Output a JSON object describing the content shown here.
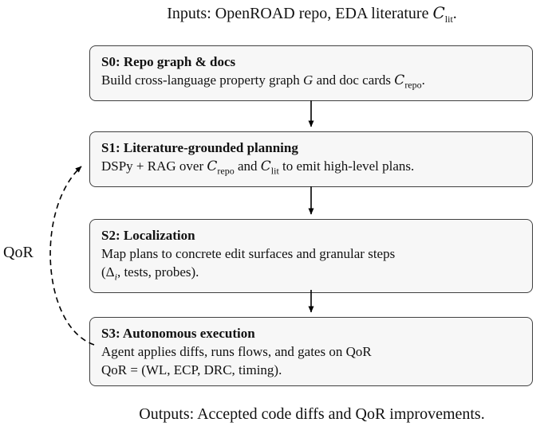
{
  "inputs": {
    "prefix": "Inputs: OpenROAD repo, EDA literature ",
    "c": "C",
    "sub": "lit",
    "suffix": "."
  },
  "stages": [
    {
      "id": "S0",
      "title": "S0: Repo graph & docs",
      "body": {
        "p1": "Build cross-language property graph ",
        "g": "G",
        "p2": " and doc cards ",
        "c": "C",
        "csub": "repo",
        "p3": "."
      }
    },
    {
      "id": "S1",
      "title": "S1: Literature-grounded planning",
      "body": {
        "p1": "DSPy + RAG over ",
        "c1": "C",
        "c1sub": "repo",
        "p2": " and ",
        "c2": "C",
        "c2sub": "lit",
        "p3": " to emit high-level plans."
      }
    },
    {
      "id": "S2",
      "title": "S2: Localization",
      "body": {
        "p1": "Map plans to concrete edit surfaces and granular steps",
        "p2": "(",
        "delta": "Δ",
        "dsub": "i",
        "p3": ", tests, probes)."
      }
    },
    {
      "id": "S3",
      "title": "S3: Autonomous execution",
      "body": {
        "p1": "Agent applies diffs, runs flows, and gates on QoR",
        "p2": "QoR = (WL, ECP, DRC, timing)."
      }
    }
  ],
  "outputs": {
    "text": "Outputs: Accepted code diffs and QoR improvements."
  },
  "feedback": {
    "label": "QoR"
  },
  "colors": {
    "box_fill": "#f7f7f7",
    "box_border": "#404040",
    "arrow": "#000000"
  }
}
